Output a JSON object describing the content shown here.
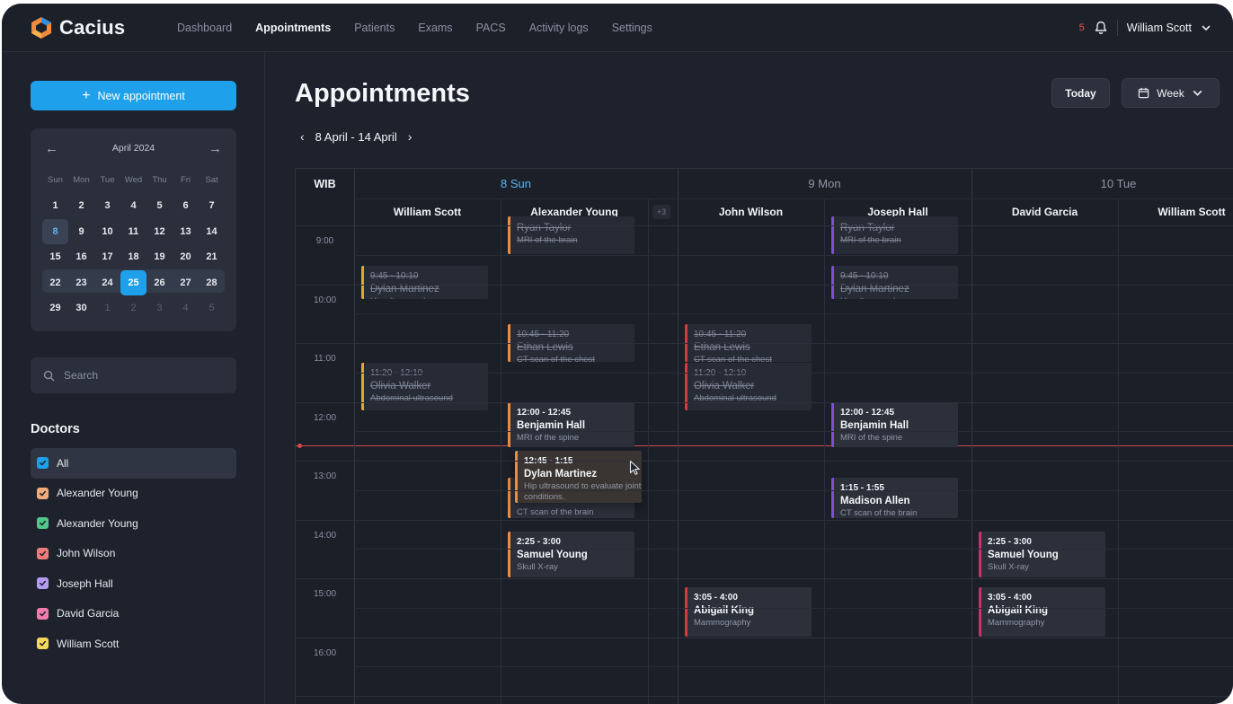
{
  "app": {
    "name": "Cacius"
  },
  "nav": [
    "Dashboard",
    "Appointments",
    "Patients",
    "Exams",
    "PACS",
    "Activity logs",
    "Settings"
  ],
  "nav_active": "Appointments",
  "user": {
    "notifications": "5",
    "name": "William Scott"
  },
  "sidebar": {
    "new_button": "New appointment",
    "calendar": {
      "title": "April 2024",
      "dow": [
        "Sun",
        "Mon",
        "Tue",
        "Wed",
        "Thu",
        "Fri",
        "Sat"
      ],
      "days": [
        "1",
        "2",
        "3",
        "4",
        "5",
        "6",
        "7",
        "8",
        "9",
        "10",
        "11",
        "12",
        "13",
        "14",
        "15",
        "16",
        "17",
        "18",
        "19",
        "20",
        "21",
        "22",
        "23",
        "24",
        "25",
        "26",
        "27",
        "28",
        "29",
        "30",
        "1",
        "2",
        "3",
        "4",
        "5"
      ]
    },
    "search_placeholder": "Search",
    "doctors_title": "Doctors",
    "doctors": [
      {
        "label": "All",
        "color": "#1ea0ea"
      },
      {
        "label": "Alexander Young",
        "color": "#f2a97c"
      },
      {
        "label": "Alexander Young",
        "color": "#4fc98a"
      },
      {
        "label": "John Wilson",
        "color": "#f07b7b"
      },
      {
        "label": "Joseph Hall",
        "color": "#b59af2"
      },
      {
        "label": "David Garcia",
        "color": "#f27bae"
      },
      {
        "label": "William Scott",
        "color": "#f5d85a"
      }
    ]
  },
  "main": {
    "title": "Appointments",
    "range": "8 April - 14 April",
    "today_button": "Today",
    "view_button": "Week",
    "timezone": "WIB",
    "days": [
      "8 Sun",
      "9 Mon",
      "10 Tue"
    ],
    "doctors": [
      "William Scott",
      "Alexander Young",
      "John Wilson",
      "Joseph Hall",
      "David Garcia",
      "William Scott"
    ],
    "more": "+3",
    "times": [
      "9:00",
      "10:00",
      "11:00",
      "12:00",
      "13:00",
      "14:00",
      "15:00",
      "16:00"
    ]
  },
  "events": [
    {
      "time": "",
      "name": "Ryan Taylor",
      "desc": "MRI of the brain",
      "past": true,
      "color": "#f08a3c"
    },
    {
      "time": "9:45 - 10:10",
      "name": "Dylan Martinez",
      "desc": "Hip ultrasound",
      "past": true,
      "color": "#e3a72f"
    },
    {
      "time": "10:45 - 11:20",
      "name": "Ethan Lewis",
      "desc": "CT scan of the chest",
      "past": true,
      "color": "#f08a3c"
    },
    {
      "time": "11:20 - 12:10",
      "name": "Olivia Walker",
      "desc": "Abdominal ultrasound",
      "past": true,
      "color": "#e3a72f"
    },
    {
      "time": "12:00 - 12:45",
      "name": "Benjamin Hall",
      "desc": "MRI of the spine",
      "past": false,
      "color": "#f08a3c"
    },
    {
      "time": "12:45 - 1:15",
      "name": "Dylan Martinez",
      "desc": "Hip ultrasound to evaluate joint conditions.",
      "past": false,
      "color": "#f08a3c"
    },
    {
      "time": "",
      "name": "",
      "desc": "CT scan of the brain",
      "past": false,
      "color": "#f08a3c"
    },
    {
      "time": "2:25 - 3:00",
      "name": "Samuel Young",
      "desc": "Skull X-ray",
      "past": false,
      "color": "#f08a3c"
    },
    {
      "time": "10:45 - 11:20",
      "name": "Ethan Lewis",
      "desc": "CT scan of the chest",
      "past": true,
      "color": "#d23c3c"
    },
    {
      "time": "11:20 - 12:10",
      "name": "Olivia Walker",
      "desc": "Abdominal ultrasound",
      "past": true,
      "color": "#d23c3c"
    },
    {
      "time": "3:05 - 4:00",
      "name": "Abigail King",
      "desc": "Mammography",
      "past": false,
      "color": "#d23c3c"
    },
    {
      "time": "",
      "name": "Ryan Taylor",
      "desc": "MRI of the brain",
      "past": true,
      "color": "#7b4fd8"
    },
    {
      "time": "9:45 - 10:10",
      "name": "Dylan Martinez",
      "desc": "Hip ultrasound",
      "past": true,
      "color": "#7b4fd8"
    },
    {
      "time": "12:00 - 12:45",
      "name": "Benjamin Hall",
      "desc": "MRI of the spine",
      "past": false,
      "color": "#7b4fd8"
    },
    {
      "time": "1:15 - 1:55",
      "name": "Madison Allen",
      "desc": "CT scan of the brain",
      "past": false,
      "color": "#7b4fd8"
    },
    {
      "time": "2:25 - 3:00",
      "name": "Samuel Young",
      "desc": "Skull X-ray",
      "past": false,
      "color": "#cf2f6a"
    },
    {
      "time": "3:05 - 4:00",
      "name": "Abigail King",
      "desc": "Mammography",
      "past": false,
      "color": "#cf2f6a"
    }
  ]
}
